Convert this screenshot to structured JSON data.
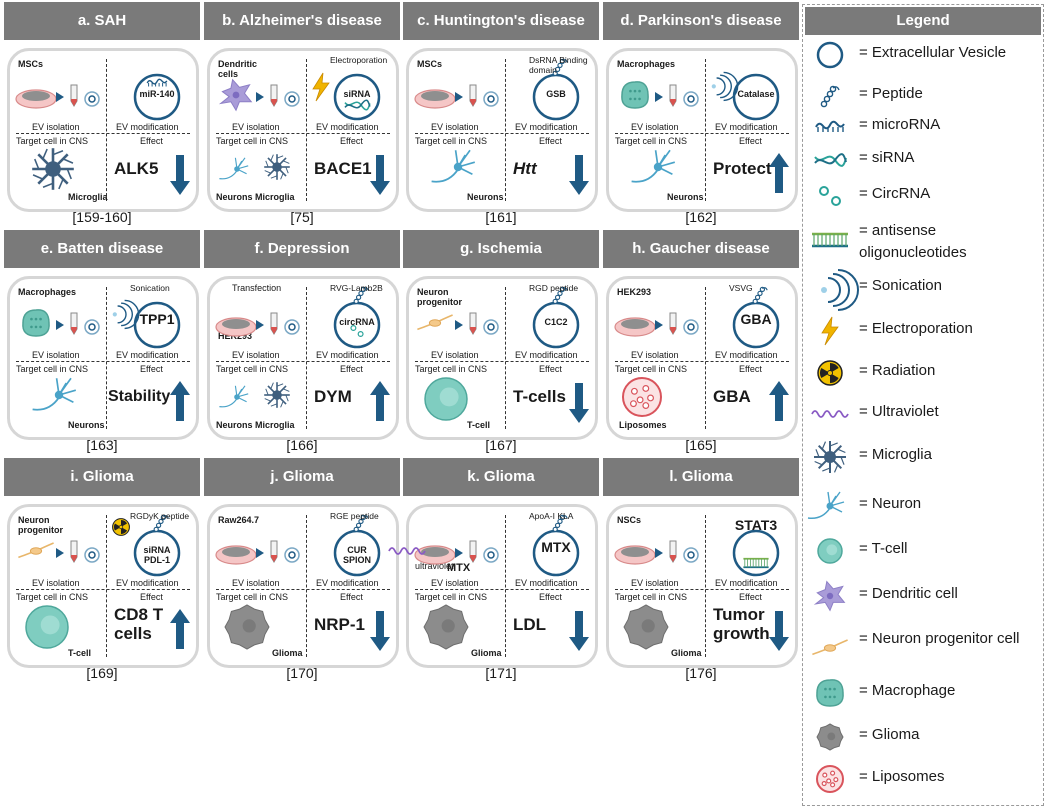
{
  "panels": [
    {
      "title": "a.  SAH",
      "source": "MSCs",
      "mod": "miR-140",
      "target": "Microglia",
      "effect": "ALK5",
      "dir": "down",
      "ref": "[159-160]"
    },
    {
      "title": "b. Alzheimer's disease",
      "source": "Dendritic cells",
      "mod_method": "Electroporation",
      "mod": "siRNA",
      "target": "Neurons Microglia",
      "effect": "BACE1",
      "dir": "down",
      "ref": "[75]"
    },
    {
      "title": "c. Huntington's disease",
      "source": "MSCs",
      "mod_method": "DsRNA Binding domain",
      "mod": "GSB",
      "target": "Neurons",
      "effect": "Htt",
      "dir": "down",
      "ref": "[161]"
    },
    {
      "title": "d. Parkinson's disease",
      "source": "Macrophages",
      "mod": "Catalase",
      "target": "Neurons",
      "effect": "Protect",
      "dir": "up",
      "ref": "[162]"
    },
    {
      "title": "e. Batten disease",
      "source": "Macrophages",
      "mod_method": "Sonication",
      "mod": "TPP1",
      "target": "Neurons",
      "effect": "Stability",
      "dir": "up",
      "ref": "[163]"
    },
    {
      "title": "f. Depression",
      "source": "HEK293",
      "src_method": "Transfection",
      "mod_method": "RVG-Lamb2B",
      "mod": "circRNA",
      "target": "Neurons Microglia",
      "effect": "DYM",
      "dir": "up",
      "ref": "[166]"
    },
    {
      "title": "g. Ischemia",
      "source": "Neuron progenitor",
      "mod_method": "RGD peptide",
      "mod": "C1C2",
      "target": "T-cell",
      "effect": "T-cells",
      "dir": "down",
      "ref": "[167]"
    },
    {
      "title": "h. Gaucher disease",
      "source": "HEK293",
      "mod_method": "VSVG",
      "mod": "GBA",
      "target": "Liposomes",
      "effect": "GBA",
      "dir": "up",
      "ref": "[165]"
    },
    {
      "title": "i. Glioma",
      "source": "Neuron progenitor",
      "mod_method": "RGDyK peptide",
      "mod": "siRNA PDL-1",
      "target": "T-cell",
      "effect": "CD8 T cells",
      "dir": "up",
      "ref": "[169]"
    },
    {
      "title": "j. Glioma",
      "source": "Raw264.7",
      "mod_method": "RGE peptide",
      "mod": "CUR SPION",
      "target": "Glioma",
      "effect": "NRP-1",
      "dir": "down",
      "ref": "[170]"
    },
    {
      "title": "k. Glioma",
      "source": "MTX",
      "src_method": "ultraviolet",
      "mod_method": "ApoA-I KLA",
      "mod": "MTX",
      "target": "Glioma",
      "effect": "LDL",
      "dir": "down",
      "ref": "[171]"
    },
    {
      "title": "l. Glioma",
      "source": "NSCs",
      "mod": "STAT3",
      "target": "Glioma",
      "effect": "Tumor growth",
      "dir": "down",
      "ref": "[176]"
    }
  ],
  "card_labels": {
    "ev_isolation": "EV isolation",
    "ev_modification": "EV modification",
    "target_cell": "Target cell in CNS",
    "effect": "Effect"
  },
  "legend": {
    "title": "Legend",
    "items": [
      {
        "icon": "extracellular-vesicle-icon",
        "label": "= Extracellular Vesicle"
      },
      {
        "icon": "peptide-icon",
        "label": "= Peptide"
      },
      {
        "icon": "microrna-icon",
        "label": "= microRNA"
      },
      {
        "icon": "sirna-icon",
        "label": "= siRNA"
      },
      {
        "icon": "circrna-icon",
        "label": "= CircRNA"
      },
      {
        "icon": "antisense-oligonucleotides-icon",
        "label": "= antisense oligonucleotides"
      },
      {
        "icon": "sonication-icon",
        "label": "= Sonication"
      },
      {
        "icon": "electroporation-icon",
        "label": "= Electroporation"
      },
      {
        "icon": "radiation-icon",
        "label": "= Radiation"
      },
      {
        "icon": "ultraviolet-icon",
        "label": "= Ultraviolet"
      },
      {
        "icon": "microglia-icon",
        "label": "= Microglia"
      },
      {
        "icon": "neuron-icon",
        "label": "= Neuron"
      },
      {
        "icon": "t-cell-icon",
        "label": "= T-cell"
      },
      {
        "icon": "dendritic-cell-icon",
        "label": "= Dendritic cell"
      },
      {
        "icon": "neuron-progenitor-cell-icon",
        "label": "= Neuron progenitor cell"
      },
      {
        "icon": "macrophage-icon",
        "label": "= Macrophage"
      },
      {
        "icon": "glioma-icon",
        "label": "= Glioma"
      },
      {
        "icon": "liposomes-icon",
        "label": "= Liposomes"
      }
    ]
  },
  "colors": {
    "title_bar": "#7a7a7a",
    "arrow": "#1f5a84",
    "vesicle": "#1f5a84",
    "t_cell": "#7fcdc0",
    "glioma": "#8c8c8c",
    "dendritic": "#a99cd8",
    "neuron": "#4aa3c8",
    "microglia": "#3f5f7e",
    "progenitor": "#f4c98a",
    "liposome": "#d9545c",
    "electro": "#f0b400"
  }
}
